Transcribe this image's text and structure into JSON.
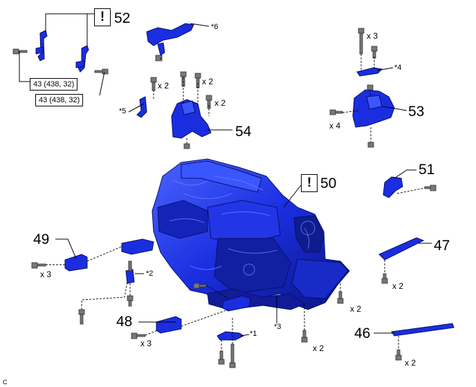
{
  "callouts": {
    "c52": "52",
    "c54": "54",
    "c53": "53",
    "c50": "50",
    "c51": "51",
    "c49": "49",
    "c47": "47",
    "c48": "48",
    "c46": "46"
  },
  "torques": {
    "t1": "43 (438, 32)",
    "t2": "43 (438, 32)"
  },
  "warn_symbol": "!",
  "stars": {
    "s6": "*6",
    "s5": "*5",
    "s4": "*4",
    "s2": "*2",
    "s3": "*3",
    "s1": "*1"
  },
  "qty": {
    "q_x3_53": "x 3",
    "q_x2_54a": "x 2",
    "q_x2_54b": "x 2",
    "q_x4_53": "x 4",
    "q_x3_49": "x 3",
    "q_x2_47": "x 2",
    "q_x2_50": "x 2",
    "q_x3_48": "x 3",
    "q_x2_bot": "x 2",
    "q_x2_46": "x 2"
  },
  "image_code": "C",
  "colors": {
    "part": "#1a2ee0",
    "part_dark": "#0a1380",
    "part_light": "#4a64ff",
    "line": "#000000"
  }
}
